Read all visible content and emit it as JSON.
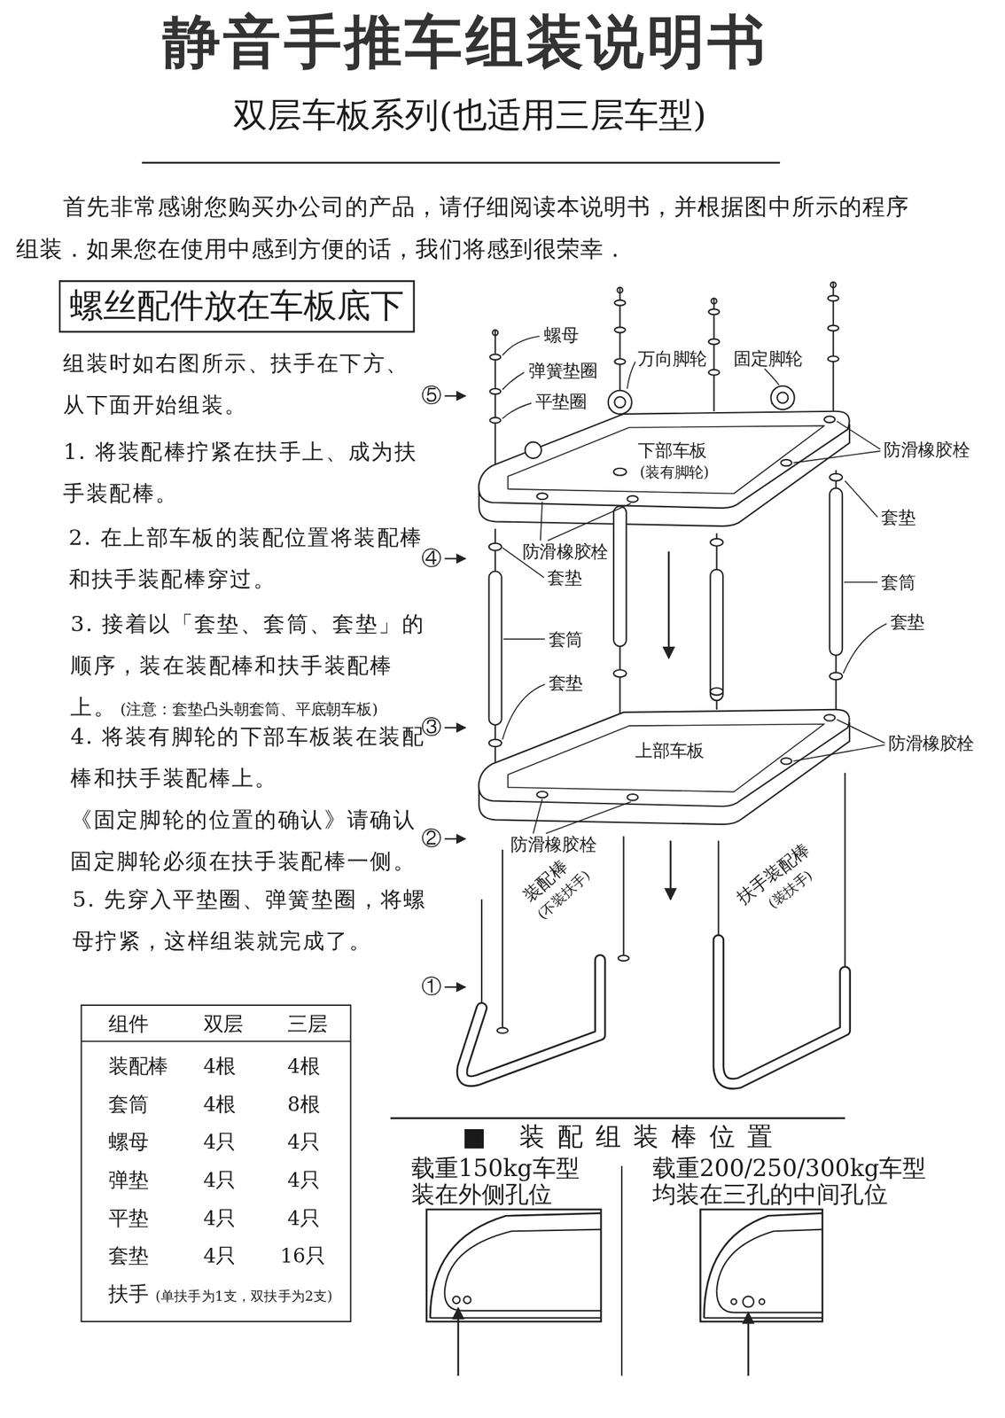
{
  "diagram": {
    "title": "静音手推车组装说明书",
    "nodes": [
      {
        "text": [
          "螺丝配件放在车板底下"
        ]
      }
    ],
    "labels": [
      "双层车板系列(也适用三层车型)",
      "首先非常感谢您购买办公司的产品，请仔细阅读本说明书，并根据图中所示的程序组装．如果您在使用中感到方便的话，我们将感到很荣幸．",
      "组装时如右图所示、扶手在下方、从下面开始组装。",
      "1. 将装配棒拧紧在扶手上、成为扶手装配棒。",
      "2. 在上部车板的装配位置将装配棒和扶手装配棒穿过。",
      "3. 接着以「套垫、套筒、套垫」的顺序，装在装配棒和扶手装配棒上。",
      "(注意：套垫凸头朝套筒、平底朝车板)",
      "4. 将装有脚轮的下部车板装在装配棒和扶手装配棒上。",
      "《固定脚轮的位置的确认》请确认固定脚轮必须在扶手装配棒一侧。",
      "5. 先穿入平垫圈、弹簧垫圈，将螺母拧紧，这样组装就完成了。",
      "螺母",
      "弹簧垫圈",
      "平垫圈",
      "万向脚轮",
      "固定脚轮",
      "下部车板",
      "(装有脚轮)",
      "防滑橡胶栓",
      "防滑橡胶栓",
      "套垫",
      "套垫",
      "套筒",
      "套垫",
      "套筒",
      "套垫",
      "上部车板",
      "防滑橡胶栓",
      "防滑橡胶栓",
      "装配棒",
      "(不装扶手)",
      "扶手装配棒",
      "(装扶手)",
      "⑤",
      "④",
      "③",
      "②",
      "①",
      "组件",
      "双层",
      "三层",
      "装配棒",
      "4根",
      "4根",
      "套筒",
      "4根",
      "8根",
      "螺母",
      "4只",
      "4只",
      "弹垫",
      "4只",
      "4只",
      "平垫",
      "4只",
      "4只",
      "套垫",
      "4只",
      "16只",
      "扶手",
      "(单扶手为1支，双扶手为2支)",
      "■ 装配组装棒位置",
      "载重150kg车型",
      "装在外侧孔位",
      "载重200/250/300kg车型",
      "均装在三孔的中间孔位"
    ]
  }
}
